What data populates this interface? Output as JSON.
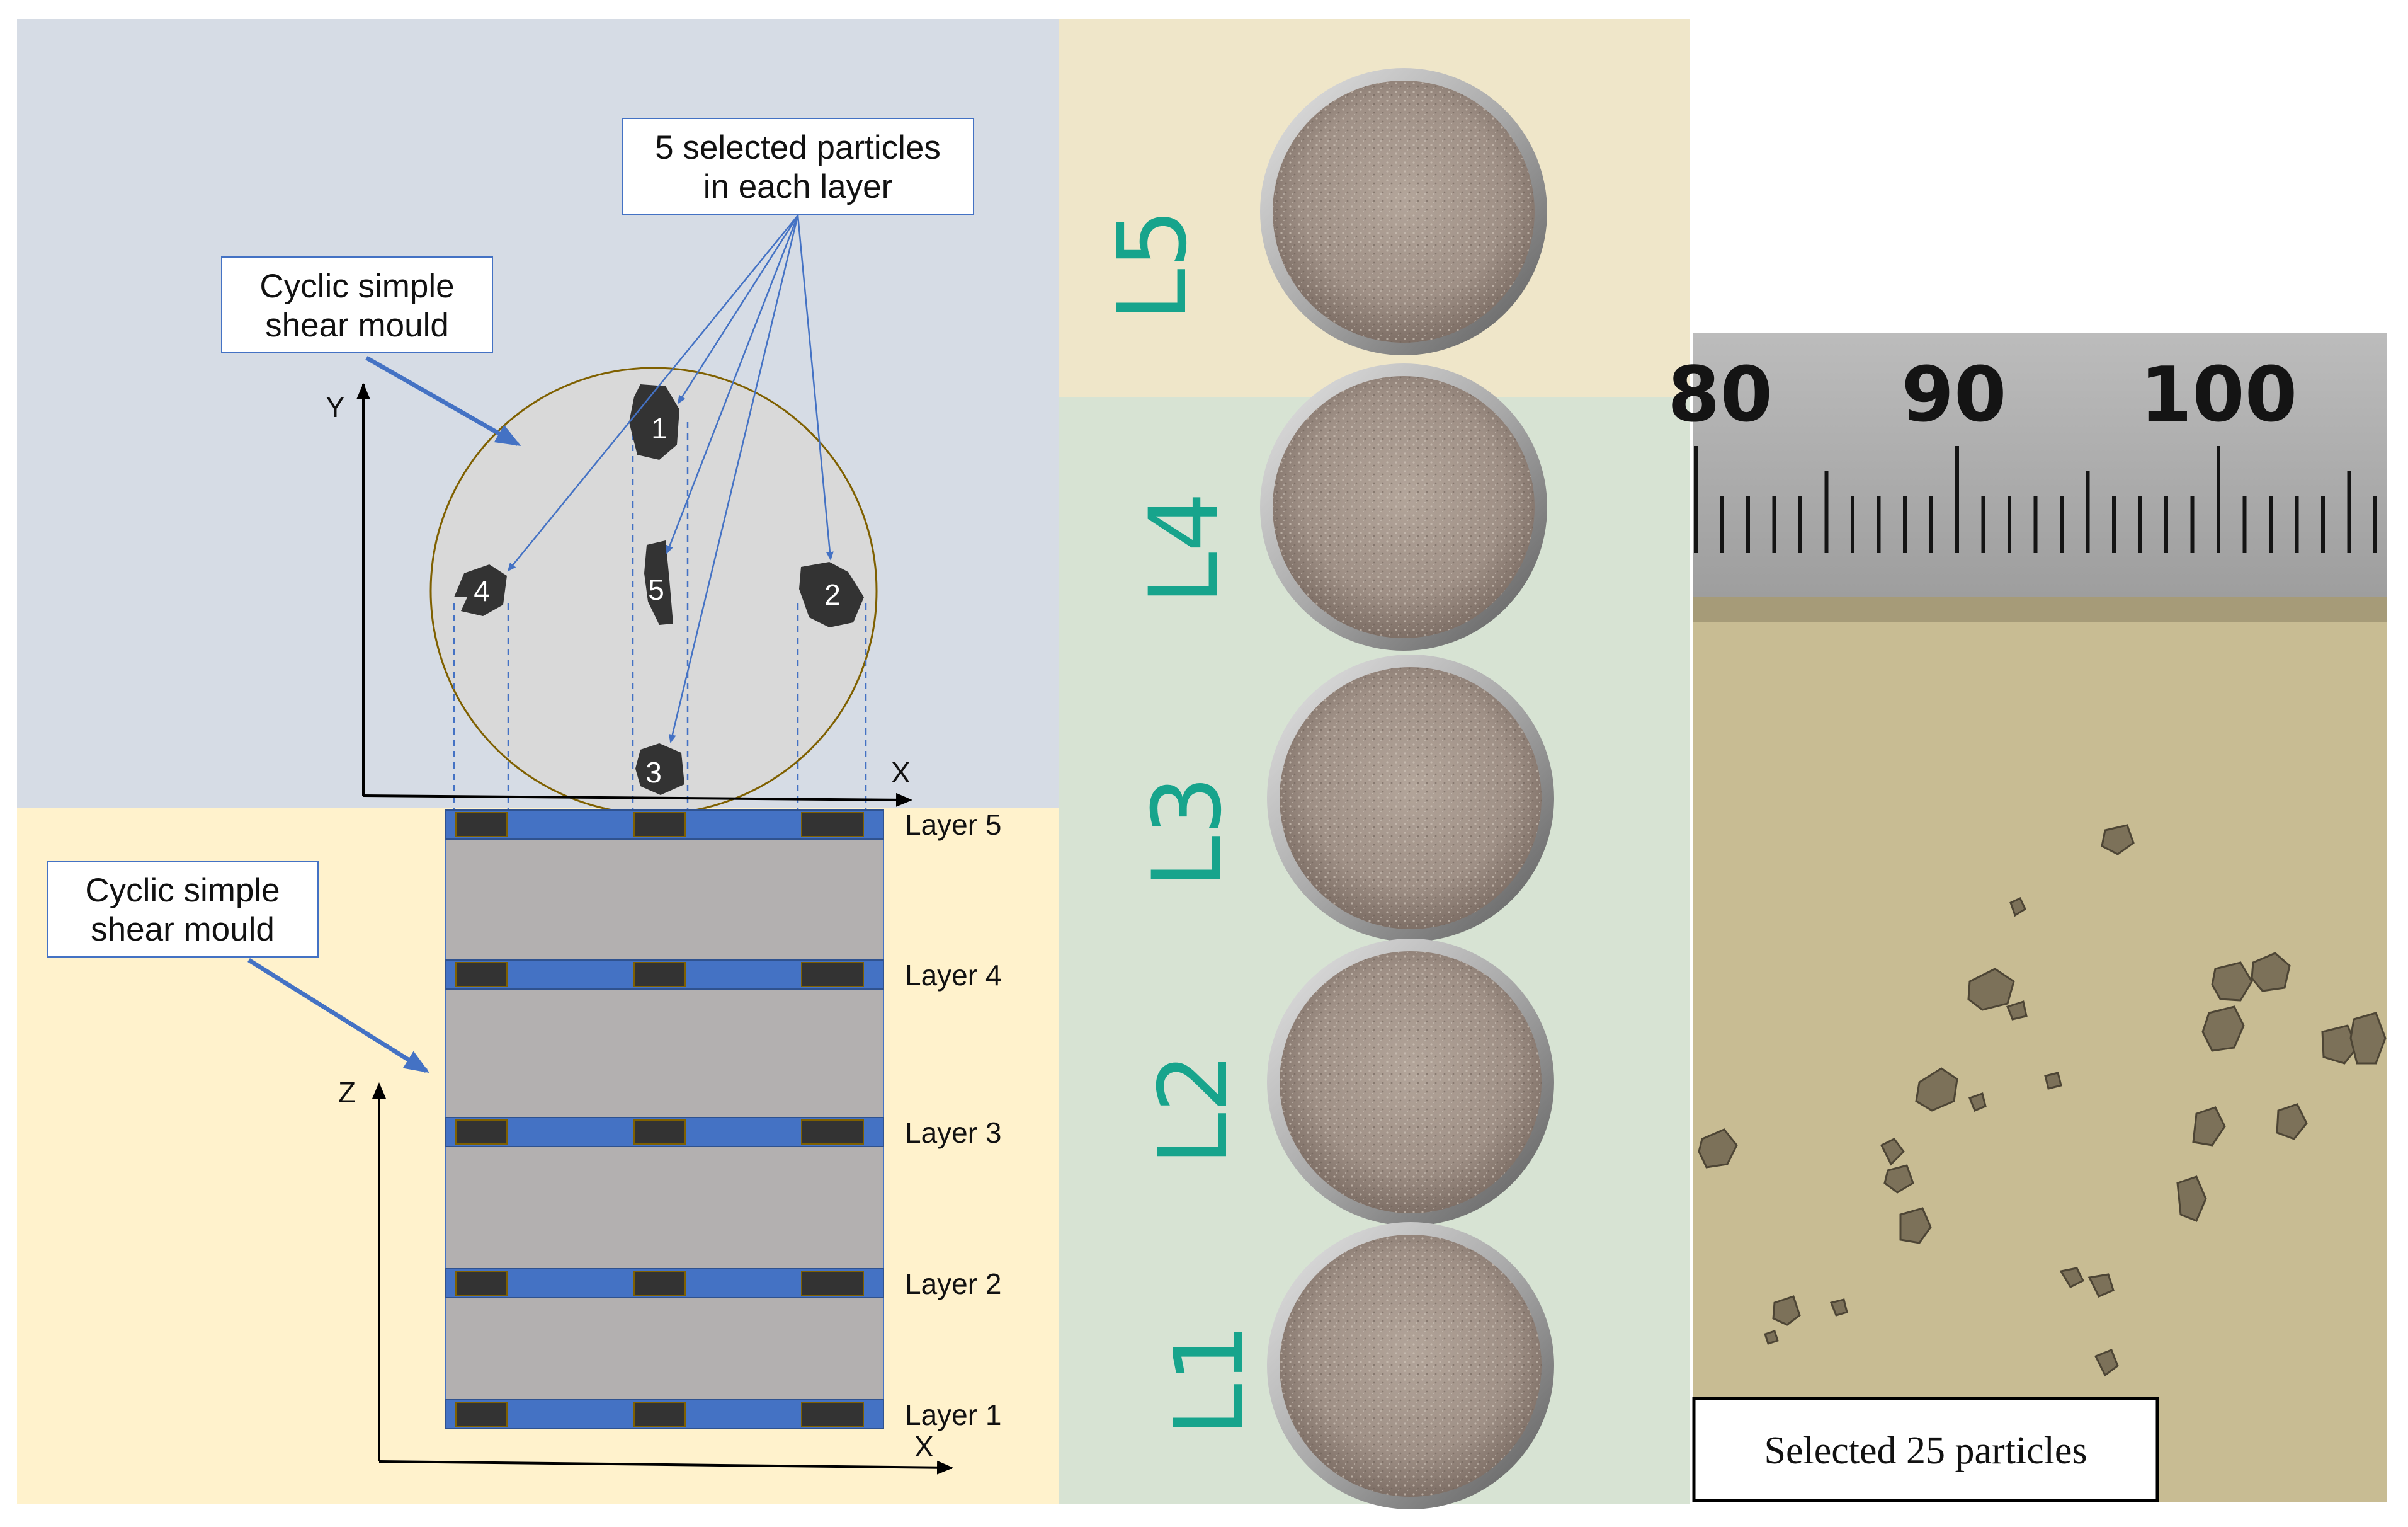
{
  "top_view": {
    "callout_particles": [
      "5 selected particles",
      "in each layer"
    ],
    "callout_mould": [
      "Cyclic simple",
      "shear  mould"
    ],
    "axis_y": "Y",
    "axis_x": "X",
    "particles": [
      "1",
      "2",
      "3",
      "4",
      "5"
    ]
  },
  "side_view": {
    "callout_mould": [
      "Cyclic simple",
      "shear  mould"
    ],
    "axis_z": "Z",
    "axis_x": "X",
    "layers": [
      "Layer 5",
      "Layer 4",
      "Layer 3",
      "Layer 2",
      "Layer 1"
    ]
  },
  "photo": {
    "labels": [
      "L5",
      "L4",
      "L3",
      "L2",
      "L1"
    ]
  },
  "particle_photo": {
    "ruler_numbers": [
      "80",
      "90",
      "100"
    ],
    "caption": "Selected 25 particles"
  },
  "colors": {
    "top_bg": "#d6dce5",
    "bottom_bg": "#fff2cc",
    "mould_grey": "#b3b0b0",
    "layer_blue": "#4472c4",
    "particle": "#333333",
    "arrow_blue": "#4472c4",
    "marker_green": "#17a48c"
  }
}
